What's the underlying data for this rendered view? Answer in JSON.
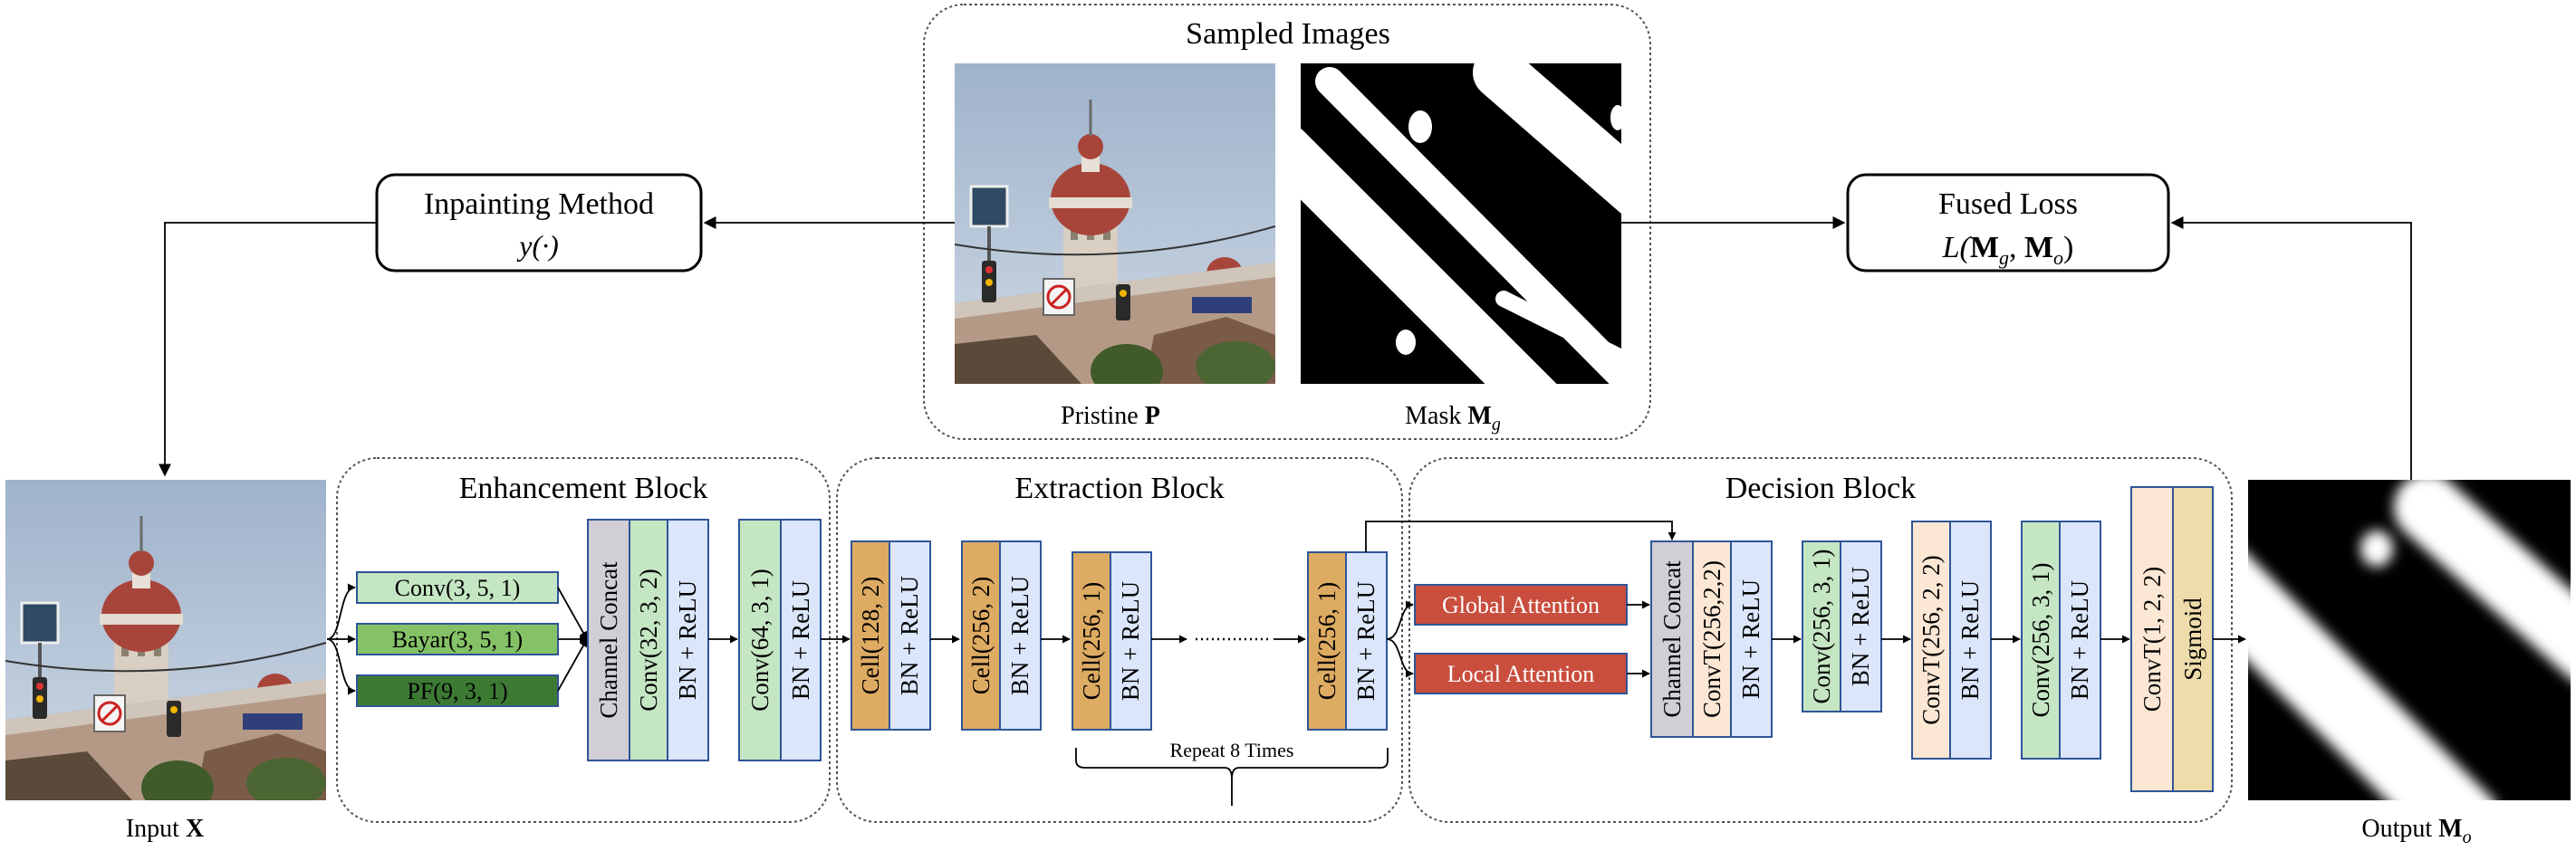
{
  "sampled_images": {
    "title": "Sampled Images",
    "pristine_label": "Pristine",
    "pristine_symbol": "P",
    "mask_label": "Mask",
    "mask_symbol": "M",
    "mask_subscript": "g"
  },
  "inpainting": {
    "title": "Inpainting Method",
    "formula": "y(·)"
  },
  "fused_loss": {
    "title": "Fused Loss",
    "formula_prefix": "L(",
    "m1": "M",
    "m1_sub": "g",
    "sep": ", ",
    "m2": "M",
    "m2_sub": "o",
    "formula_suffix": ")"
  },
  "input": {
    "label": "Input",
    "symbol": "X"
  },
  "output": {
    "label": "Output",
    "symbol": "M",
    "subscript": "o"
  },
  "enhancement": {
    "title": "Enhancement Block",
    "filters": [
      "Conv(3, 5, 1)",
      "Bayar(3, 5, 1)",
      "PF(9, 3, 1)"
    ],
    "concat": "Channel Concat",
    "conv1": "Conv(32, 3, 2)",
    "bn1": "BN + ReLU",
    "conv2": "Conv(64, 3, 1)",
    "bn2": "BN + ReLU"
  },
  "extraction": {
    "title": "Extraction Block",
    "cells": [
      "Cell(128, 2)",
      "Cell(256, 2)",
      "Cell(256, 1)",
      "Cell(256, 1)"
    ],
    "bn": "BN + ReLU",
    "repeat": "Repeat 8 Times"
  },
  "decision": {
    "title": "Decision Block",
    "global_attention": "Global Attention",
    "local_attention": "Local Attention",
    "concat": "Channel Concat",
    "layers": [
      "ConvT(256,2,2)",
      "Conv(256, 3, 1)",
      "ConvT(256, 2, 2)",
      "Conv(256, 3, 1)",
      "ConvT(1, 2, 2)"
    ],
    "bn": "BN + ReLU",
    "sigmoid": "Sigmoid"
  },
  "colors": {
    "conv_green": "#c5e6c3",
    "bayar_green": "#85c267",
    "pf_green": "#3c7a34",
    "bn_blue": "#dbe6fb",
    "concat_gray": "#d1ced6",
    "cell_orange": "#deab63",
    "convt_peach": "#fbe7d4",
    "sigmoid_tan": "#efdcab",
    "attention_red": "#c94e3e"
  }
}
